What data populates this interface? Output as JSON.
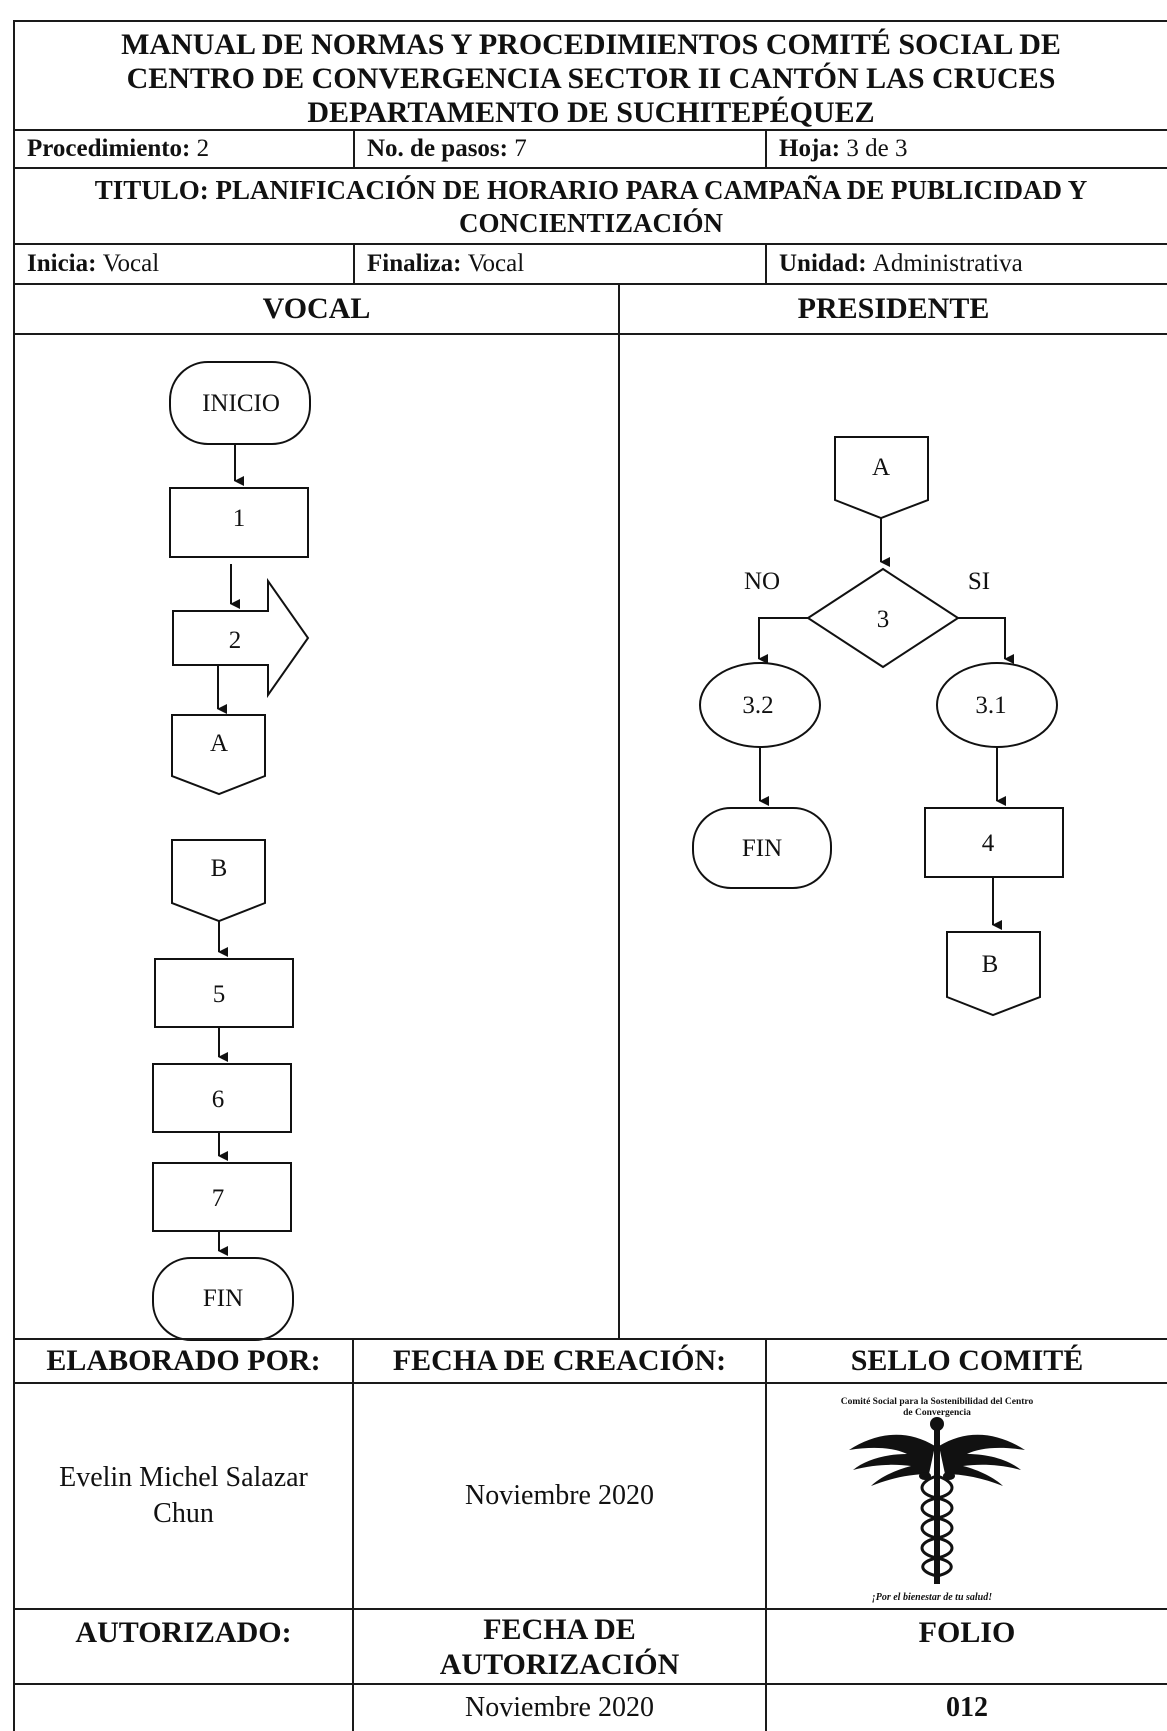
{
  "header": {
    "title_lines": [
      "MANUAL DE NORMAS Y PROCEDIMIENTOS COMITÉ SOCIAL DE",
      "CENTRO DE CONVERGENCIA SECTOR II CANTÓN LAS CRUCES",
      "DEPARTAMENTO DE SUCHITEPÉQUEZ"
    ],
    "procedimiento_label": "Procedimiento:",
    "procedimiento_value": "2",
    "pasos_label": "No. de pasos:",
    "pasos_value": "7",
    "hoja_label": "Hoja:",
    "hoja_value": "3 de 3",
    "titulo_lines": [
      "TITULO: PLANIFICACIÓN DE HORARIO PARA CAMPAÑA DE PUBLICIDAD Y",
      "CONCIENTIZACIÓN"
    ],
    "inicia_label": "Inicia:",
    "inicia_value": "Vocal",
    "finaliza_label": "Finaliza:",
    "finaliza_value": "Vocal",
    "unidad_label": "Unidad:",
    "unidad_value": "Administrativa"
  },
  "lanes": {
    "left": "VOCAL",
    "right": "PRESIDENTE"
  },
  "flow_left": {
    "inicio": "INICIO",
    "step1": "1",
    "step2": "2",
    "connector_a": "A",
    "connector_b": "B",
    "step5": "5",
    "step6": "6",
    "step7": "7",
    "fin": "FIN"
  },
  "flow_right": {
    "connector_a": "A",
    "decision": "3",
    "no_label": "NO",
    "si_label": "SI",
    "step32": "3.2",
    "step31": "3.1",
    "fin": "FIN",
    "step4": "4",
    "connector_b": "B"
  },
  "footer": {
    "elaborado_label": "ELABORADO POR:",
    "fecha_creacion_label": "FECHA DE CREACIÓN:",
    "sello_label": "SELLO COMITÉ",
    "elaborado_value_lines": [
      "Evelin Michel Salazar",
      "Chun"
    ],
    "fecha_creacion_value": "Noviembre 2020",
    "seal_top_lines": [
      "Comité Social para la Sostenibilidad del Centro",
      "de Convergencia"
    ],
    "seal_bottom": "¡Por el bienestar de tu salud!",
    "autorizado_label": "AUTORIZADO:",
    "fecha_autorizacion_lines": [
      "FECHA DE",
      "AUTORIZACIÓN"
    ],
    "folio_label": "FOLIO",
    "autorizado_value": "",
    "fecha_autorizacion_value": "Noviembre 2020",
    "folio_value": "012"
  }
}
